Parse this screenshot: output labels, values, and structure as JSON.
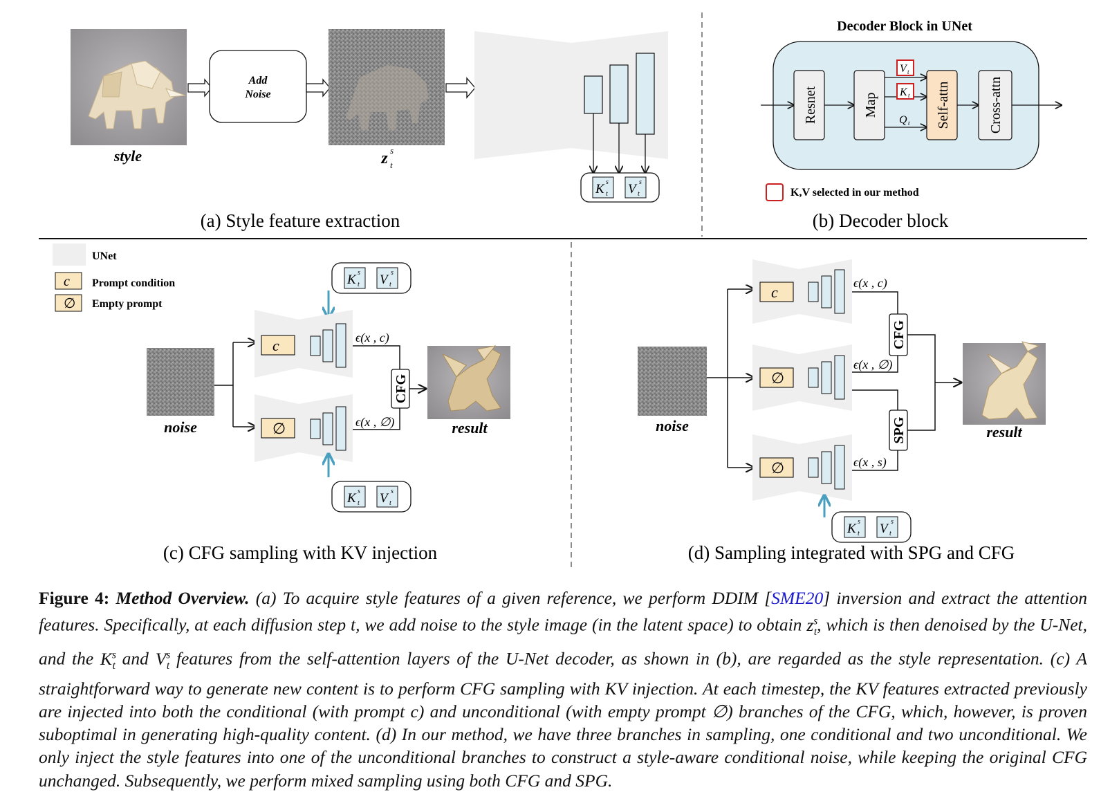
{
  "panels": {
    "a": {
      "caption": "(a) Style feature extraction",
      "style_label": "style",
      "add_noise_line1": "Add",
      "add_noise_line2": "Noise",
      "z_label": "z",
      "z_sup": "s",
      "z_sub": "t"
    },
    "b": {
      "caption": "(b) Decoder block",
      "title": "Decoder Block in UNet",
      "resnet": "Resnet",
      "map": "Map",
      "self_attn": "Self-attn",
      "cross_attn": "Cross-attn",
      "v_label": "V",
      "k_label": "K",
      "q_label": "Q",
      "sub_t": "t",
      "legend_text": "K,V selected in our method"
    },
    "c": {
      "caption": "(c) CFG sampling with KV injection",
      "noise_label": "noise",
      "result_label": "result",
      "cfg": "CFG",
      "eps_c": "ϵ(x , c)",
      "eps_empty": "ϵ(x , ∅)"
    },
    "d": {
      "caption": "(d)  Sampling integrated with SPG and CFG",
      "noise_label": "noise",
      "result_label": "result",
      "cfg": "CFG",
      "spg": "SPG",
      "eps_c": "ϵ(x , c)",
      "eps_empty": "ϵ(x , ∅)",
      "eps_s": "ϵ(x , s)"
    },
    "legend": {
      "unet": "UNet",
      "prompt_condition": "Prompt condition",
      "empty_prompt": "Empty prompt",
      "c_symbol": "c",
      "empty_symbol": "∅"
    },
    "kv": {
      "k": "K",
      "v": "V",
      "sup": "s",
      "sub": "t"
    }
  },
  "caption": {
    "fig_label": "Figure 4:",
    "fig_title": "Method Overview.",
    "p1": " (a) To acquire style features of a given reference, we perform DDIM [",
    "cite": "SME20",
    "p2": "] inversion and extract the attention features. Specifically, at each diffusion step t, we add noise to the style image (in the latent space) to obtain ",
    "z": "z",
    "z_sup": "s",
    "z_sub": "t",
    "p3": ", which is then denoised by the U-Net, and the ",
    "k": "K",
    "k_sup": "s",
    "k_sub": "t",
    "p4": " and ",
    "v": "V",
    "v_sup": "s",
    "v_sub": "t",
    "p5": " features from the self-attention layers of the U-Net decoder, as shown in (b), are regarded as the style representation. (c) A straightforward way to generate new content is to perform CFG sampling with KV injection. At each timestep, the KV features extracted previously are injected into both the conditional (with prompt c) and unconditional (with empty prompt ∅) branches of the CFG, which, however, is proven suboptimal in generating high-quality content. (d) In our method, we have three branches in sampling, one conditional and two unconditional. We only inject the style features into one of the unconditional branches to construct a style-aware conditional noise, while keeping the original CFG unchanged. Subsequently, we perform mixed sampling using both CFG and SPG."
  },
  "colors": {
    "unet_fill": "#efefef",
    "block_fill": "#dcecf3",
    "prompt_fill": "#fbe7bf",
    "decoder_bg": "#dcecf3",
    "selfattn_fill": "#fbe2c4",
    "injection_arrow": "#4a9fbf",
    "highlight_red": "#cc1f1f",
    "cite_blue": "#1a1acc"
  }
}
